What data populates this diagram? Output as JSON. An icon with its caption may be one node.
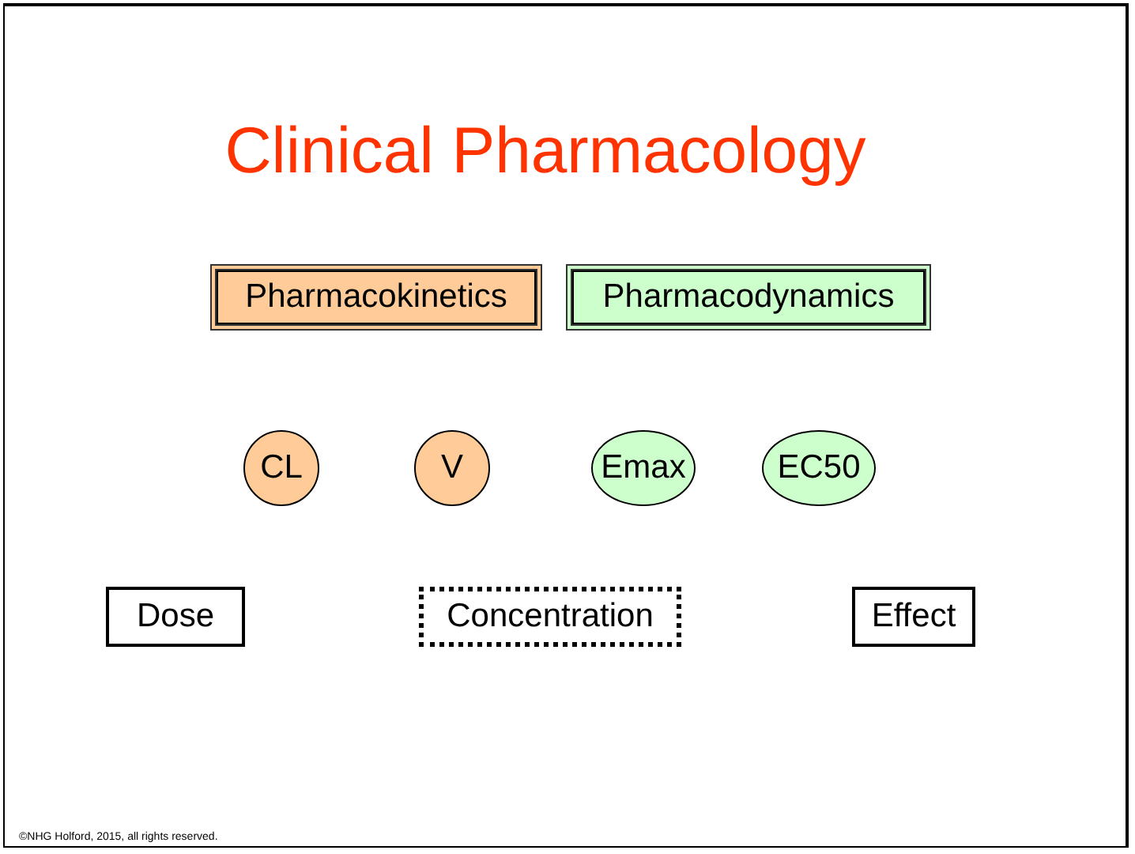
{
  "diagram": {
    "title": "Clinical Pharmacology",
    "nodes": [
      {
        "text": [
          "Pharmacokinetics"
        ]
      },
      {
        "text": [
          "Pharmacodynamics"
        ]
      },
      {
        "text": [
          "CL"
        ]
      },
      {
        "text": [
          "V"
        ]
      },
      {
        "text": [
          "Emax"
        ]
      },
      {
        "text": [
          "EC50"
        ]
      },
      {
        "text": [
          "Dose"
        ]
      },
      {
        "text": [
          "Concentration"
        ]
      },
      {
        "text": [
          "Effect"
        ]
      }
    ],
    "labels": [
      "©NHG Holford, 2015, all rights reserved."
    ]
  }
}
